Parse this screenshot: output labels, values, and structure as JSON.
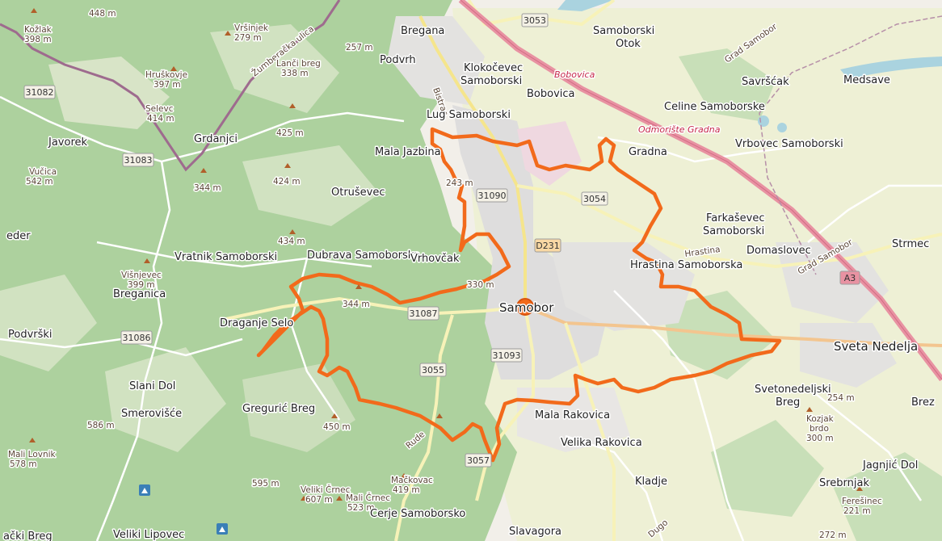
{
  "map": {
    "colors": {
      "forest": "#add19e",
      "base": "#f2efe9",
      "urban": "#e0dfdf",
      "motorway": "#e892a2",
      "route": "#f26a1b",
      "water": "#aad3df"
    },
    "roads": {
      "r3053": "3053",
      "r31082": "31082",
      "r31083": "31083",
      "r31090": "31090",
      "r3054": "3054",
      "rD231": "D231",
      "r31087": "31087",
      "r31086": "31086",
      "r31093": "31093",
      "r3055": "3055",
      "r3057": "3057",
      "rA3": "A3"
    },
    "places": {
      "kozlak": "Kožlak",
      "p398": "398 m",
      "p448": "448 m",
      "vrsinjek": "Vršinjek",
      "p279": "279 m",
      "zumberacka": "Žumberačka ulica",
      "lanci_breg": "Lanči breg",
      "p338": "338 m",
      "hruskovje": "Hruškovje",
      "p397": "397 m",
      "selevc": "Selevc",
      "p414": "414 m",
      "p257": "257 m",
      "bregana": "Bregana",
      "podvrh": "Podvrh",
      "bistrac": "Bistrac",
      "klokocevec": "Klokočevec",
      "samoborski": "Samoborski",
      "samoborski_otok1": "Samoborski",
      "samoborski_otok2": "Otok",
      "bobovica_red": "Bobovica",
      "bobovica": "Bobovica",
      "savrscak": "Savršćak",
      "medsave": "Medsave",
      "grad_samobor_top": "Grad Samobor",
      "javorek": "Javorek",
      "grdanjci": "Grdanjci",
      "p425": "425 m",
      "lug_samoborski": "Lug Samoborski",
      "celine": "Celine Samoborske",
      "odmoriste": "Odmorište Gradna",
      "vrbovec": "Vrbovec Samoborski",
      "vucica": "Vučica",
      "p542": "542 m",
      "mala_jazbina": "Mala Jazbina",
      "gradna": "Gradna",
      "p344a": "344 m",
      "p424": "424 m",
      "otrusevec": "Otruševec",
      "p243": "243 m",
      "farkasevec1": "Farkaševec",
      "farkasevec2": "Samoborski",
      "eder": "eder",
      "p434": "434 m",
      "domaslovec": "Domaslovec",
      "strmec": "Strmec",
      "hrastina": "Hrastina",
      "grad_samobor_right": "Grad Samobor",
      "vratnik": "Vratnik Samoborski",
      "dubrava": "Dubrava Samoborska",
      "vrhovcak": "Vrhovčak",
      "hrastina_sam": "Hrastina Samoborska",
      "visnjevec": "Višnjevec",
      "p399": "399 m",
      "breganica": "Breganica",
      "p330": "330 m",
      "p344b": "344 m",
      "samobor": "Samobor",
      "podvrski": "Podvrški",
      "draganje": "Draganje Selo",
      "sveta_nedelja": "Sveta Nedelja",
      "slani_dol": "Slani Dol",
      "svetonedeljski1": "Svetonedeljski",
      "svetonedeljski2": "Breg",
      "p254": "254 m",
      "brez": "Brez",
      "smeroviste": "Smerovišće",
      "greguric": "Gregurić Breg",
      "mala_rakovica": "Mala Rakovica",
      "kozjak1": "Kozjak",
      "kozjak2": "brdo",
      "kozjak3": "300 m",
      "p586": "586 m",
      "p450": "450 m",
      "rude": "Rude",
      "velika_rakovica": "Velika Rakovica",
      "mali_lovnik": "Mali Lovnik",
      "p578": "578 m",
      "jagnjic": "Jagnjić Dol",
      "kladje": "Kladje",
      "srebrnjak": "Srebrnjak",
      "p595": "595 m",
      "veliki_crnec": "Veliki Črnec",
      "p607": "607 m",
      "mali_crnec": "Mali Črnec",
      "p523": "523 m",
      "mackovac": "Mačkovac",
      "p419": "419 m",
      "feresinec": "Ferešinec",
      "p221": "221 m",
      "cerje": "Cerje Samoborsko",
      "slavagora": "Slavagora",
      "dugo": "Dugo",
      "p272": "272 m",
      "ski_breg": "ački Breg",
      "veliki_lipovec": "Veliki Lipovec"
    }
  }
}
